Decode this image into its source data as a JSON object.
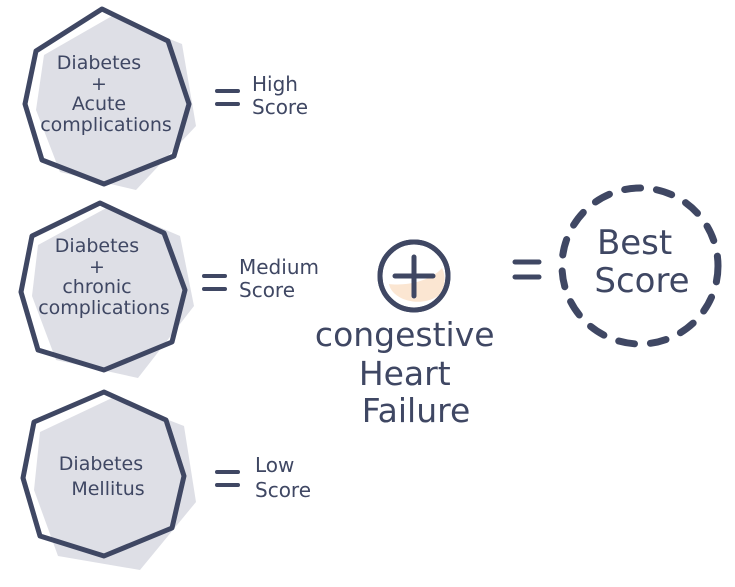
{
  "items": [
    {
      "lines": [
        "Diabetes",
        "+",
        "Acute",
        "complications"
      ],
      "score_lines": [
        "High",
        "Score"
      ]
    },
    {
      "lines": [
        "Diabetes",
        "+",
        "chronic",
        "complications"
      ],
      "score_lines": [
        "Medium",
        "Score"
      ]
    },
    {
      "lines": [
        "Diabetes",
        "Mellitus"
      ],
      "score_lines": [
        "Low",
        "Score"
      ]
    }
  ],
  "plus_symbol": "+",
  "condition_lines": [
    "congestive",
    "Heart",
    "Failure"
  ],
  "equals_symbol": "=",
  "result_lines": [
    "Best",
    "Score"
  ],
  "colors": {
    "ink": "#3f4763",
    "shadow": "#dedfe6",
    "plus_fill": "#fbe6d2"
  }
}
